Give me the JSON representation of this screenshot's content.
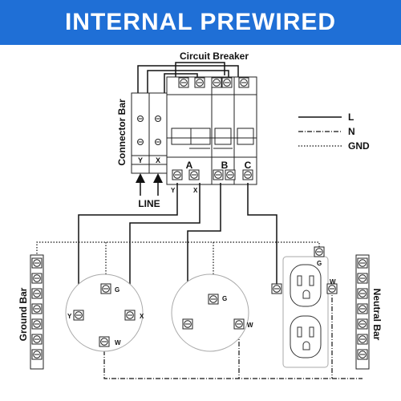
{
  "banner": {
    "title": "INTERNAL PREWIRED",
    "color": "#1f6fd6"
  },
  "labels": {
    "circuit_breaker": "Circuit  Breaker",
    "connector_bar": "Connector  Bar",
    "line": "LINE",
    "ground_bar": "Ground  Bar",
    "neutral_bar": "Neutral  Bar"
  },
  "connector_terminals": [
    "Y",
    "X"
  ],
  "breaker_poles": [
    "A",
    "B",
    "C"
  ],
  "wire_labels": {
    "y": "Y",
    "x": "X"
  },
  "legend": [
    {
      "label": "L",
      "style": "solid"
    },
    {
      "label": "N",
      "style": "dash-dot"
    },
    {
      "label": "GND",
      "style": "dotted"
    }
  ],
  "outlet1_terminals": {
    "g": "G",
    "y": "Y",
    "x": "X",
    "w": "W"
  },
  "outlet2_terminals": {
    "g": "G",
    "w": "W"
  },
  "receptacle_terminals": {
    "g": "G",
    "w": "W"
  }
}
